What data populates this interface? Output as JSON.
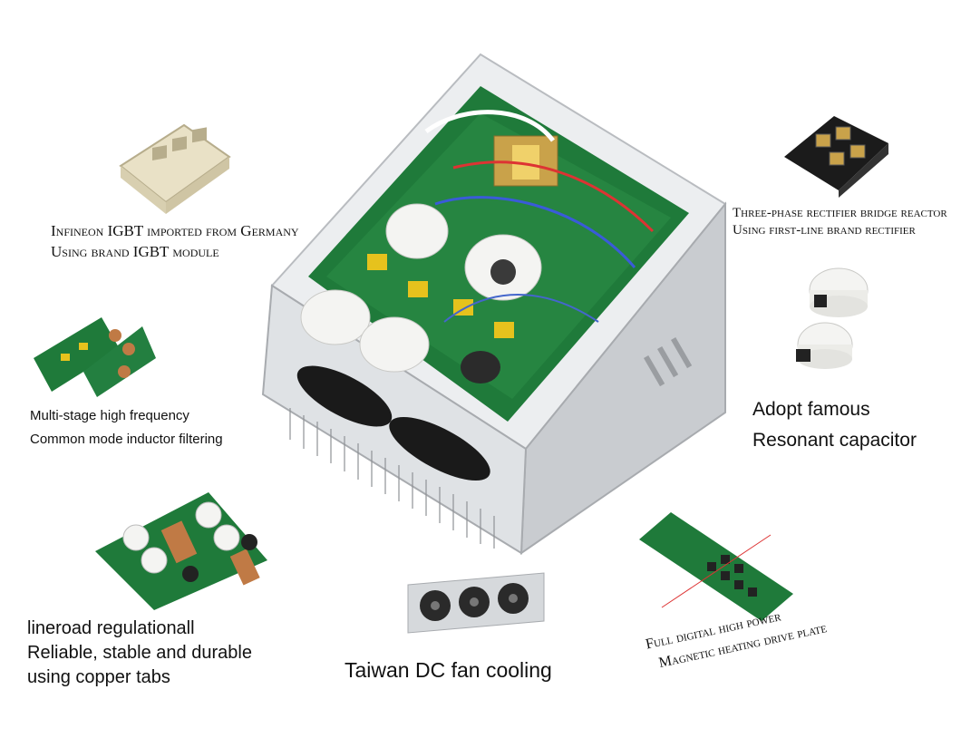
{
  "captions": {
    "igbt": {
      "line1": "Infineon IGBT imported from Germany",
      "line2": "Using brand IGBT module"
    },
    "rectifier": {
      "line1": "Three-phase rectifier bridge reactor",
      "line2": "Using first-line brand rectifier"
    },
    "inductor": {
      "line1": "Multi-stage high frequency",
      "line2": "Common mode inductor filtering"
    },
    "capacitor": {
      "line1": "Adopt famous",
      "line2": "Resonant capacitor"
    },
    "copper": {
      "line1": "lineroad regulationall",
      "line2": "Reliable, stable and durable",
      "line3": "using copper tabs"
    },
    "fan": {
      "line1": "Taiwan DC fan cooling"
    },
    "drive": {
      "line1": "Full digital high power",
      "line2": "Magnetic heating drive plate"
    }
  },
  "colors": {
    "pcb_green": "#1f7a3a",
    "case_silver": "#d9dcdf",
    "capacitor_white": "#f4f4f2",
    "igbt_beige": "#e9e1c6",
    "rectifier_black": "#1b1b1b",
    "copper": "#c07a45",
    "yellow_cap": "#e6c21d"
  }
}
